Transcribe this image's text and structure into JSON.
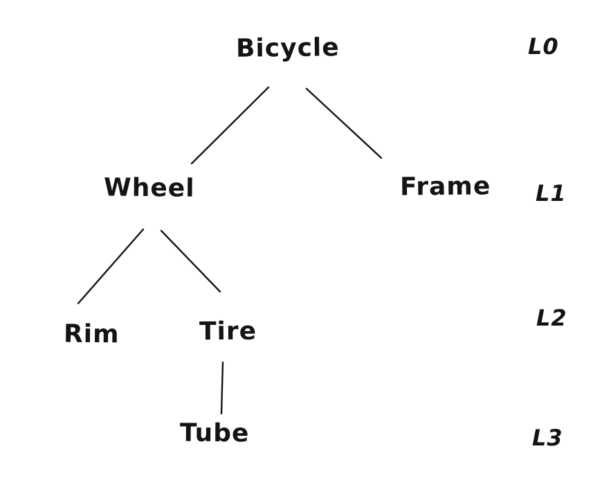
{
  "diagram": {
    "type": "tree",
    "colors": {
      "ink": "#141414",
      "background": "#ffffff"
    },
    "nodes": {
      "bicycle": {
        "label": "Bicycle",
        "level": 0
      },
      "wheel": {
        "label": "Wheel",
        "level": 1
      },
      "frame": {
        "label": "Frame",
        "level": 1
      },
      "rim": {
        "label": "Rim",
        "level": 2
      },
      "tire": {
        "label": "Tire",
        "level": 2
      },
      "tube": {
        "label": "Tube",
        "level": 3
      }
    },
    "edges": [
      {
        "from": "bicycle",
        "to": "wheel"
      },
      {
        "from": "bicycle",
        "to": "frame"
      },
      {
        "from": "wheel",
        "to": "rim"
      },
      {
        "from": "wheel",
        "to": "tire"
      },
      {
        "from": "tire",
        "to": "tube"
      }
    ],
    "level_labels": {
      "l0": "L0",
      "l1": "L1",
      "l2": "L2",
      "l3": "L3"
    }
  }
}
